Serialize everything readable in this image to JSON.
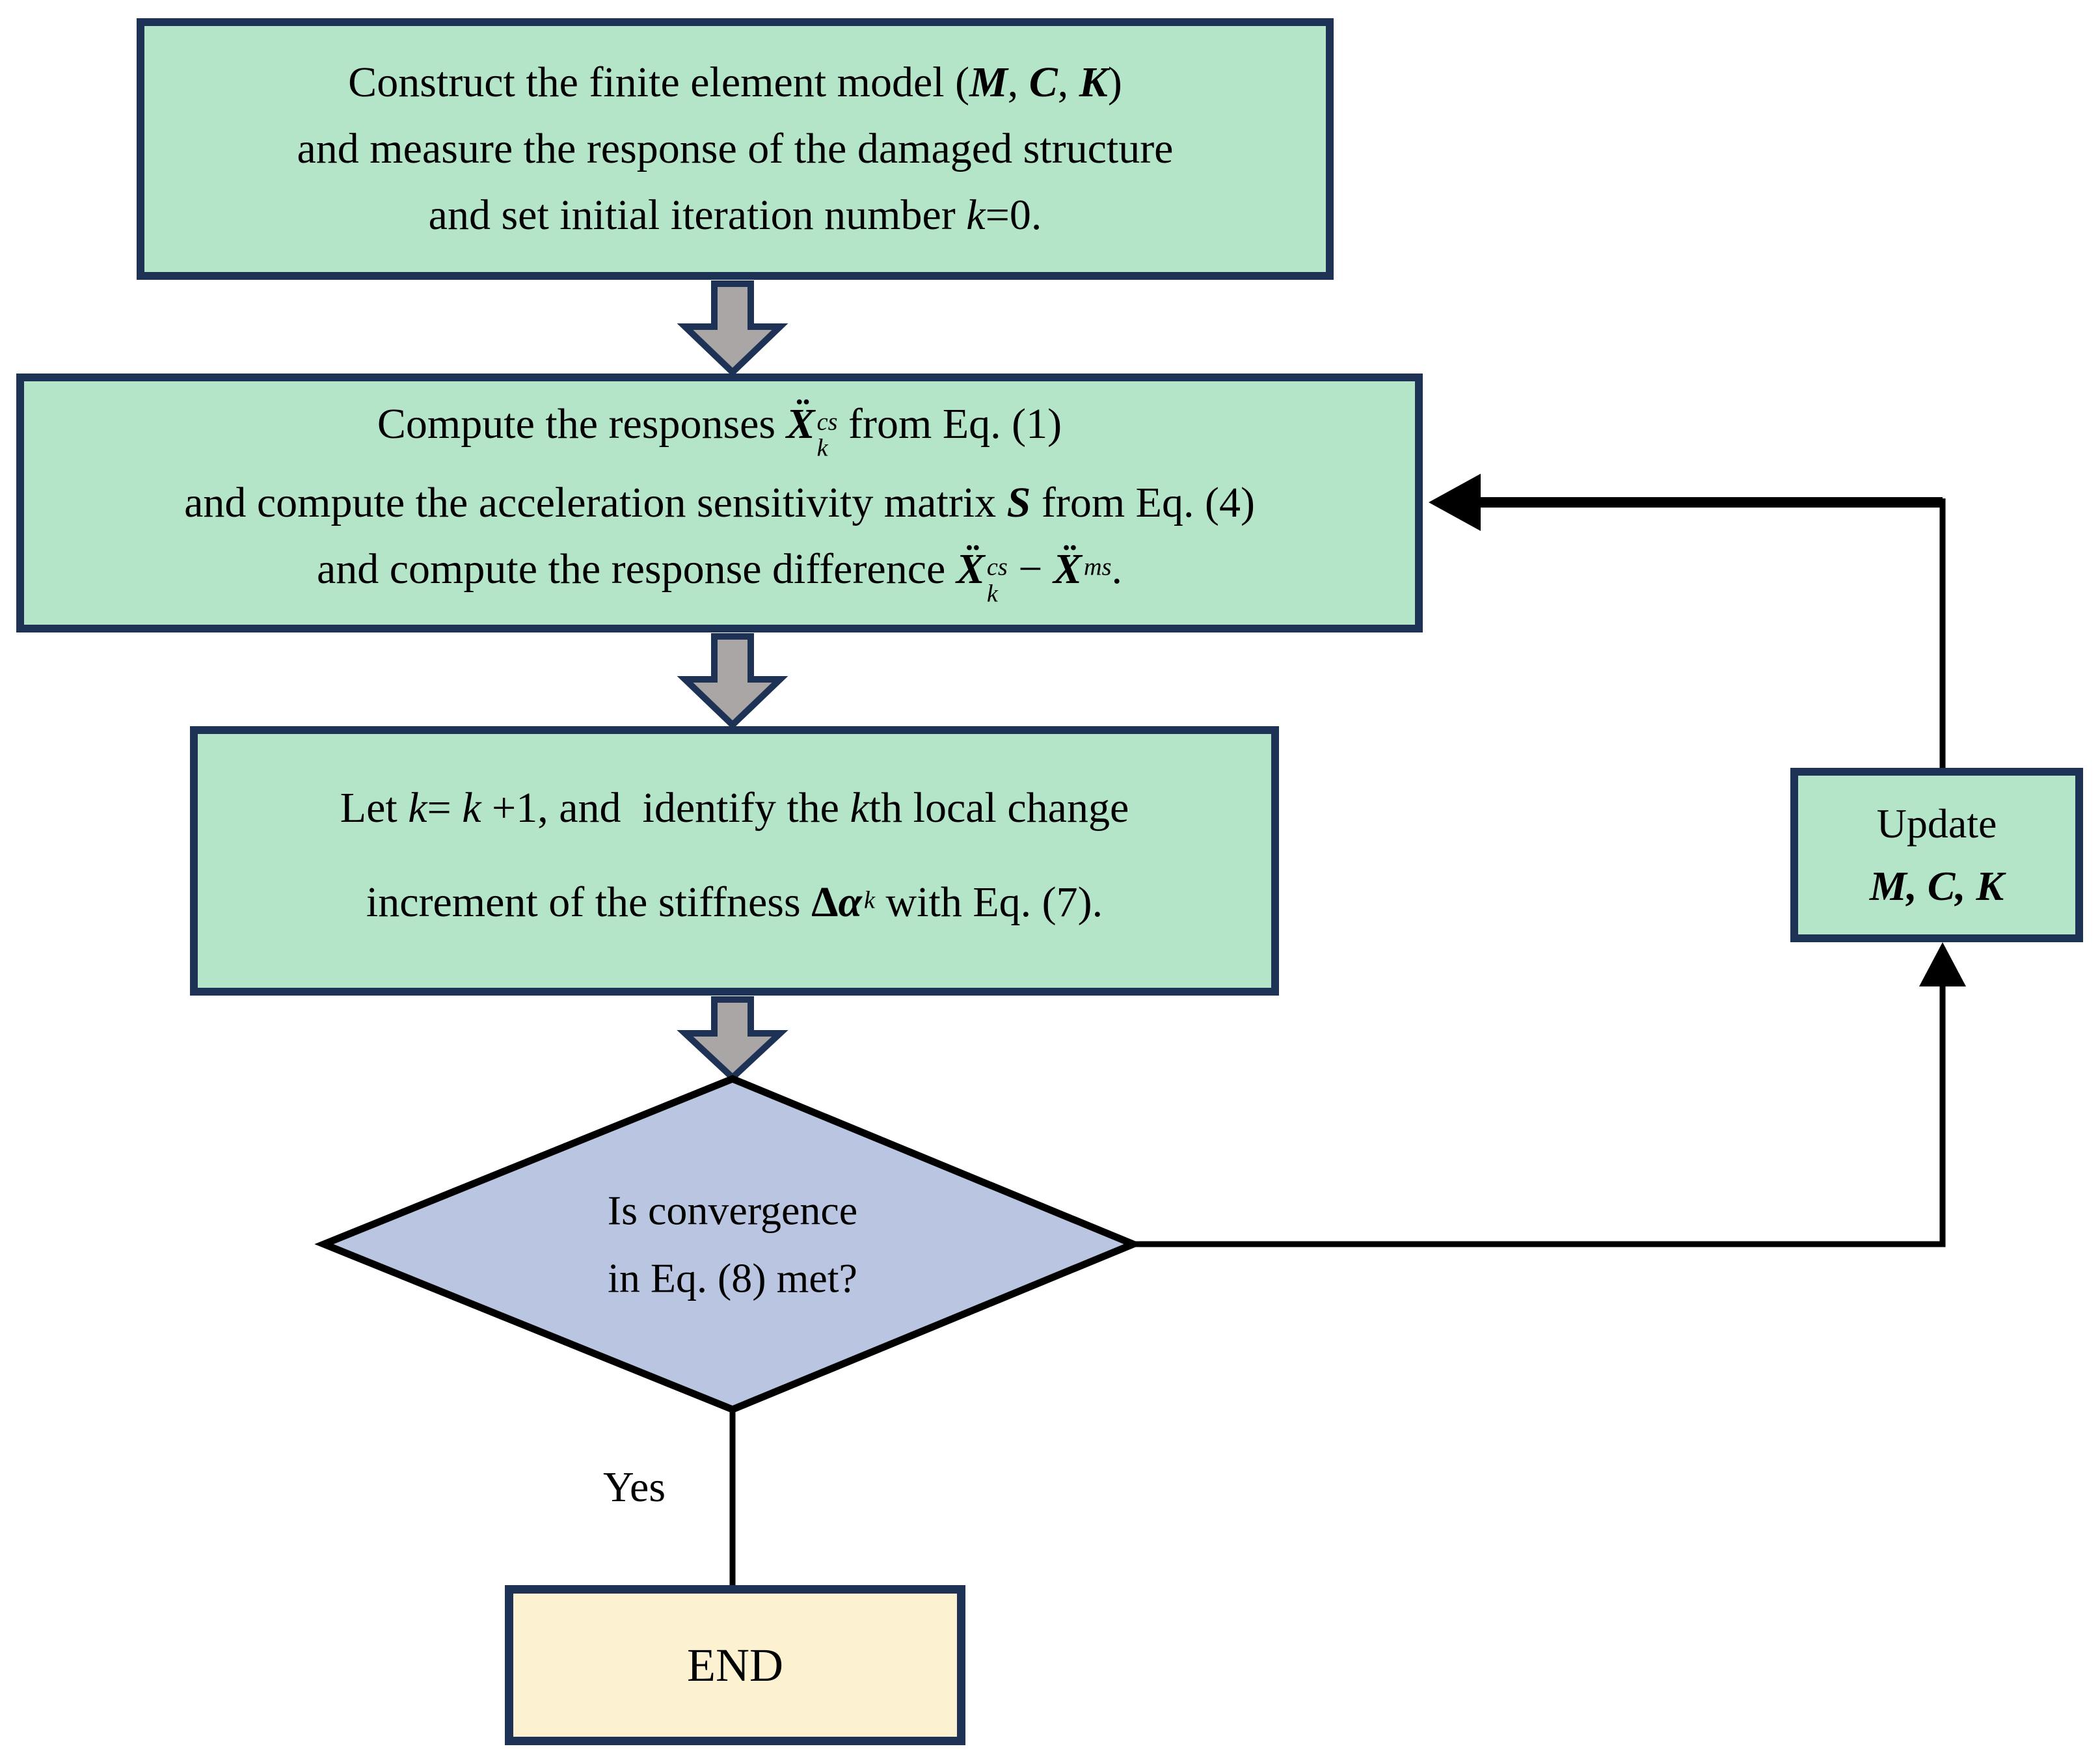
{
  "palette": {
    "green": "#b4e5c9",
    "navy": "#1e3255",
    "gray": "#aaa6a6",
    "diamond": "#bac5e2",
    "cream": "#fcf2d2",
    "ink": "#000000"
  },
  "boxes": {
    "box1": {
      "lines": [
        [
          {
            "t": "Construct the finite element model ("
          },
          {
            "t": "M",
            "s": "bi"
          },
          {
            "t": ", "
          },
          {
            "t": "C",
            "s": "bi"
          },
          {
            "t": ", "
          },
          {
            "t": "K",
            "s": "bi"
          },
          {
            "t": ")"
          }
        ],
        [
          {
            "t": "and measure the response of the damaged structure"
          }
        ],
        [
          {
            "t": "and set initial iteration number "
          },
          {
            "t": "k",
            "s": "i"
          },
          {
            "t": "=0."
          }
        ]
      ]
    },
    "box2": {
      "lines": [
        [
          {
            "t": "Compute the responses "
          },
          {
            "m": {
              "base": [
                {
                  "t": "X",
                  "s": "bi"
                }
              ],
              "ddot": true,
              "sup": "cs",
              "sub": "k"
            }
          },
          {
            "t": " from Eq. (1)"
          }
        ],
        [
          {
            "t": "and compute the acceleration sensitivity matrix "
          },
          {
            "t": "S",
            "s": "bi"
          },
          {
            "t": " from Eq. (4)"
          }
        ],
        [
          {
            "t": "and compute the response difference "
          },
          {
            "m": {
              "base": [
                {
                  "t": "X",
                  "s": "bi"
                }
              ],
              "ddot": true,
              "sup": "cs",
              "sub": "k"
            }
          },
          {
            "t": " − "
          },
          {
            "m": {
              "base": [
                {
                  "t": "X",
                  "s": "bi"
                }
              ],
              "ddot": true,
              "sup": "ms"
            }
          },
          {
            "t": "."
          }
        ]
      ]
    },
    "box3": {
      "lines": [
        [
          {
            "t": "Let "
          },
          {
            "t": "k",
            "s": "i"
          },
          {
            "t": "= "
          },
          {
            "t": "k",
            "s": "i"
          },
          {
            "t": " +1, and  identify the "
          },
          {
            "t": "k",
            "s": "i"
          },
          {
            "t": "th local change"
          }
        ],
        [
          {
            "t": "increment of the stiffness "
          },
          {
            "m": {
              "base": [
                {
                  "t": "Δ",
                  "s": "b"
                },
                {
                  "t": "α",
                  "s": "bi"
                }
              ],
              "sup": "k"
            }
          },
          {
            "t": " with Eq. (7)."
          }
        ]
      ]
    },
    "diamond": {
      "lines": [
        [
          {
            "t": "Is convergence"
          }
        ],
        [
          {
            "t": "in Eq. (8) met?"
          }
        ]
      ]
    },
    "update": {
      "lines": [
        [
          {
            "t": "Update"
          }
        ],
        [
          {
            "t": "M, C, K",
            "s": "bi"
          }
        ]
      ]
    },
    "end": {
      "label": "END"
    },
    "decision": {
      "yes_label": "Yes"
    }
  }
}
